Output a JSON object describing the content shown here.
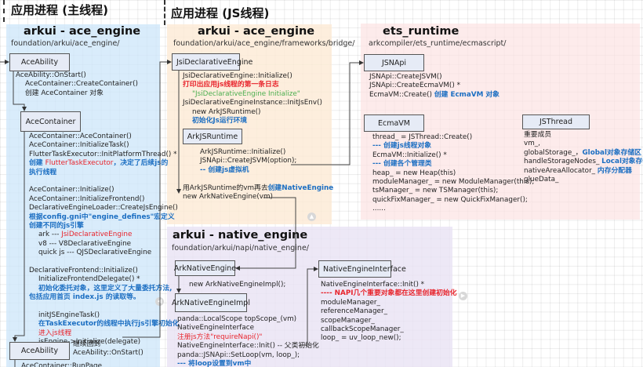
{
  "sections": {
    "main_thread": {
      "title": "应用进程 (主线程)"
    },
    "js_thread": {
      "title": "应用进程 (JS线程)"
    }
  },
  "modules": {
    "ace_engine_main": {
      "title": "arkui - ace_engine",
      "path": "foundation/arkui/ace_engine/",
      "boxes": {
        "ace_ability": "AceAbility",
        "ace_container": "AceContainer",
        "ace_ability_bottom": "AceAbility"
      },
      "ace_ability_lines": [
        {
          "text": "AceAbility::OnStart()",
          "style": "dark",
          "indent": 0
        },
        {
          "text": "AceContainer::CreateContainer()",
          "style": "dark",
          "indent": 1
        },
        {
          "text": "创建 AceContainer 对象",
          "style": "dark",
          "indent": 1
        }
      ],
      "ace_container_lines": [
        {
          "text": "AceContainer::AceContainer()",
          "style": "dark",
          "indent": 0
        },
        {
          "text": "AceContainer::InitializeTask()",
          "style": "dark",
          "indent": 0
        },
        {
          "text": "FlutterTaskExecutor::InitPlatformThread() *",
          "style": "dark",
          "indent": 0
        },
        {
          "parts": [
            {
              "text": "创建 ",
              "style": "blue"
            },
            {
              "text": "FlutterTaskExecutor",
              "style": "red"
            },
            {
              "text": "，决定了后续js的",
              "style": "blue"
            }
          ],
          "indent": 0
        },
        {
          "text": "执行线程",
          "style": "blue",
          "indent": 0
        },
        {
          "text": "",
          "style": "gap",
          "indent": 0
        },
        {
          "text": "AceContainer::Initialize()",
          "style": "dark",
          "indent": 0
        },
        {
          "text": "AceContainer::InitializeFrontend()",
          "style": "dark",
          "indent": 0
        },
        {
          "text": "DeclarativeEngineLoader::CreateJsEngine()",
          "style": "dark",
          "indent": 0
        },
        {
          "text": "根据config.gni中\"engine_defines\"宏定义",
          "style": "blue",
          "indent": 0
        },
        {
          "text": "创建不同的js引擎",
          "style": "blue",
          "indent": 0
        },
        {
          "parts": [
            {
              "text": "ark --- ",
              "style": "dark"
            },
            {
              "text": "JsiDeclarativeEngine",
              "style": "red"
            }
          ],
          "indent": 1
        },
        {
          "text": "v8 --- V8DeclarativeEngine",
          "style": "dark",
          "indent": 1
        },
        {
          "text": "quick js --- QJSDeclarativeEngine",
          "style": "dark",
          "indent": 1
        },
        {
          "text": "",
          "style": "gap",
          "indent": 0
        },
        {
          "text": "DeclarativeFrontend::Initialize()",
          "style": "dark",
          "indent": 0
        },
        {
          "text": "InitializeFrontendDelegate() *",
          "style": "dark",
          "indent": 1
        },
        {
          "text": "初始化委托对象，这里定义了大量委托方法,",
          "style": "blue",
          "indent": 1
        },
        {
          "text": "包括应用首页 index.js 的读取等。",
          "style": "blue",
          "indent": 0
        },
        {
          "text": "",
          "style": "gap",
          "indent": 0
        },
        {
          "text": "initJSEngineTask()",
          "style": "dark",
          "indent": 1
        },
        {
          "text": "在TaskExecutor的线程中执行js引擎初始化",
          "style": "blue",
          "indent": 1
        },
        {
          "text": "进入js线程",
          "style": "red",
          "indent": 1
        },
        {
          "text": "jsEngine->Initialize(delegate)",
          "style": "dark",
          "indent": 1
        }
      ],
      "return_note": [
        "继续回到",
        "AceAbility::OnStart()"
      ],
      "cut_off_line": "AceContainer::RunPage"
    },
    "ace_engine_bridge": {
      "title": "arkui - ace_engine",
      "path": "foundation/arkui/ace_engine/frameworks/bridge/",
      "boxes": {
        "jsi_engine": "JsiDeclarativeEngine",
        "ark_js_runtime": "ArkJSRuntime"
      },
      "jsi_lines": [
        {
          "text": "JsiDeclarativeEngine::Initialize()",
          "style": "dark",
          "indent": 0
        },
        {
          "text": "打印出应用js线程的第一条日志",
          "style": "redb",
          "indent": 0
        },
        {
          "text": "\"JsiDeclarativeEngine Initialize\"",
          "style": "green",
          "indent": 1
        },
        {
          "text": "JsiDeclarativeEngineInstance::InitJsEnv()",
          "style": "dark",
          "indent": 0
        },
        {
          "text": "new ArkJSRuntime()",
          "style": "dark",
          "indent": 1
        },
        {
          "text": "初始化Js运行环境",
          "style": "blue",
          "indent": 1
        }
      ],
      "runtime_lines": [
        {
          "text": "ArkJSRuntime::Initialize()",
          "style": "dark",
          "indent": 0
        },
        {
          "text": "JSNApi::CreateJSVM(option);",
          "style": "dark",
          "indent": 0
        },
        {
          "text": "-- 创建js虚拟机",
          "style": "blue",
          "indent": 0
        }
      ],
      "native_lines": [
        {
          "parts": [
            {
              "text": "用ArkJSRuntime的vm再去",
              "style": "dark"
            },
            {
              "text": "创建NativeEngine",
              "style": "blue"
            }
          ],
          "indent": 0
        },
        {
          "text": "new ArkNativeEngine(vm)",
          "style": "dark",
          "indent": 0
        }
      ]
    },
    "ets_runtime": {
      "title": "ets_runtime",
      "path": "arkcompiler/ets_runtime/ecmascript/",
      "boxes": {
        "jsnapi": "JSNApi",
        "ecmavm": "EcmaVM",
        "jsthread": "JSThread"
      },
      "jsnapi_lines": [
        {
          "text": "JSNApi::CreateJSVM()",
          "style": "dark",
          "indent": 0
        },
        {
          "text": "JSNApi::CreateEcmaVM() *",
          "style": "dark",
          "indent": 0
        },
        {
          "parts": [
            {
              "text": "EcmaVM::Create() ",
              "style": "dark"
            },
            {
              "text": "创建 EcmaVM 对象",
              "style": "blue"
            }
          ],
          "indent": 0
        }
      ],
      "ecmavm_lines": [
        {
          "text": "thread_ = JSThread::Create()",
          "style": "dark",
          "indent": 0
        },
        {
          "text": "--- 创建js线程对象",
          "style": "blue",
          "indent": 0
        },
        {
          "text": "EcmaVM::Initialize() *",
          "style": "dark",
          "indent": 0
        },
        {
          "text": "--- 创建各个管理类",
          "style": "blue",
          "indent": 0
        },
        {
          "text": "heap_ = new Heap(this)",
          "style": "dark",
          "indent": 0
        },
        {
          "text": "moduleManager_ = new ModuleManager(this);",
          "style": "dark",
          "indent": 0
        },
        {
          "text": "tsManager_ = new TSManager(this);",
          "style": "dark",
          "indent": 0
        },
        {
          "text": "quickFixManager_ = new QuickFixManager();",
          "style": "dark",
          "indent": 0
        },
        {
          "text": "......",
          "style": "dark",
          "indent": 0
        }
      ],
      "jsthread_lines": [
        {
          "text": "重要成员",
          "style": "dark",
          "indent": 0
        },
        {
          "text": "vm_,",
          "style": "dark",
          "indent": 0
        },
        {
          "parts": [
            {
              "text": "globalStorage_，",
              "style": "dark"
            },
            {
              "text": "Global对象存储区",
              "style": "blue"
            }
          ],
          "indent": 0
        },
        {
          "parts": [
            {
              "text": "handleStorageNodes_ ",
              "style": "dark"
            },
            {
              "text": "Local对象存储区",
              "style": "blue"
            }
          ],
          "indent": 0
        },
        {
          "parts": [
            {
              "text": "nativeAreaAllocator_ ",
              "style": "dark"
            },
            {
              "text": "内存分配器",
              "style": "blue"
            }
          ],
          "indent": 0
        },
        {
          "text": "glueData_",
          "style": "dark",
          "indent": 0
        }
      ]
    },
    "native_engine": {
      "title": "arkui - native_engine",
      "path": "foundation/arkui/napi/native_engine/",
      "boxes": {
        "ark_native_engine": "ArkNativeEngine",
        "ark_native_engine_impl": "ArkNativeEngineImpl",
        "native_engine_interface": "NativeEngineInterface"
      },
      "new_impl_line": "new ArkNativeEngineImpl();",
      "impl_lines": [
        {
          "text": "panda::LocalScope topScope_(vm)",
          "style": "dark",
          "indent": 0
        },
        {
          "text": "NativeEngineInterface",
          "style": "dark",
          "indent": 0
        },
        {
          "text": "注册js方法\"requireNapi()\"",
          "style": "red",
          "indent": 0
        },
        {
          "text": "NativeEngineInterface::Init() -- 父类初始化",
          "style": "dark",
          "indent": 0
        },
        {
          "text": "panda::JSNApi::SetLoop(vm, loop_);",
          "style": "dark",
          "indent": 0
        },
        {
          "text": "--- 将loop设置到vm中",
          "style": "blue",
          "indent": 0
        }
      ],
      "interface_lines": [
        {
          "text": "NativeEngineInterface::Init() *",
          "style": "dark",
          "indent": 0
        },
        {
          "text": "---- NAPI几个重要对象都在这里创建初始化",
          "style": "redb",
          "indent": 0
        },
        {
          "text": "moduleManager_",
          "style": "dark",
          "indent": 0
        },
        {
          "text": "referenceManager_",
          "style": "dark",
          "indent": 0
        },
        {
          "text": "scopeManager_",
          "style": "dark",
          "indent": 0
        },
        {
          "text": "callbackScopeManager_",
          "style": "dark",
          "indent": 0
        },
        {
          "text": "loop_ = uv_loop_new();",
          "style": "dark",
          "indent": 0
        }
      ]
    }
  },
  "colors": {
    "red": "#e8242c",
    "blue": "#1b6ec2",
    "green": "#4caf50",
    "panel_blue": "#d6ebfb",
    "panel_orange": "#fdebd6",
    "panel_pink": "#fbe6e6",
    "panel_purple": "#ebe6f4",
    "box_fill": "#e6ebf6"
  }
}
